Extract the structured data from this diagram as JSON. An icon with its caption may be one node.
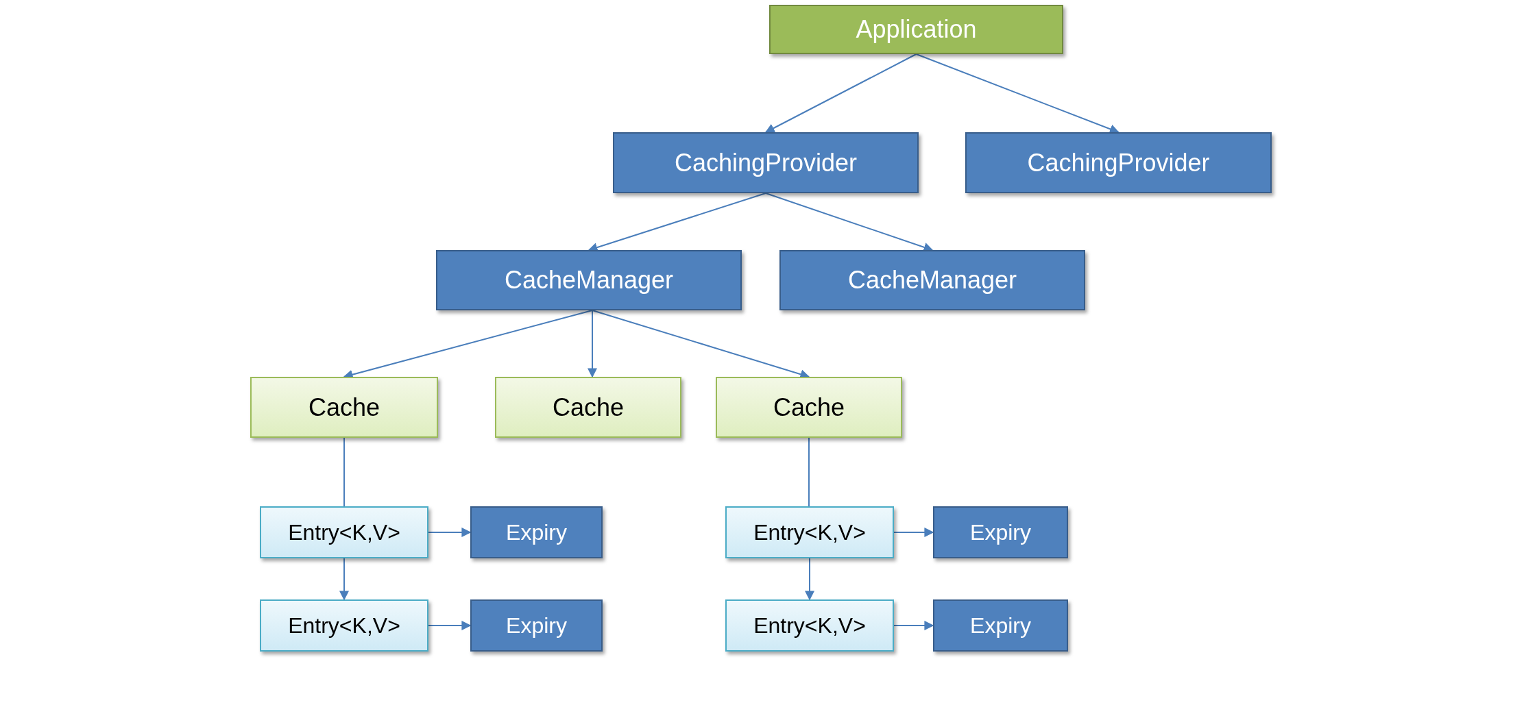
{
  "diagram": {
    "nodes": [
      {
        "text": [
          "Application"
        ]
      },
      {
        "text": [
          "CachingProvider"
        ]
      },
      {
        "text": [
          "CachingProvider"
        ]
      },
      {
        "text": [
          "CacheManager"
        ]
      },
      {
        "text": [
          "CacheManager"
        ]
      },
      {
        "text": [
          "Cache"
        ]
      },
      {
        "text": [
          "Cache"
        ]
      },
      {
        "text": [
          "Cache"
        ]
      },
      {
        "text": [
          "Entry<K,V>"
        ]
      },
      {
        "text": [
          "Expiry"
        ]
      },
      {
        "text": [
          "Entry<K,V>"
        ]
      },
      {
        "text": [
          "Expiry"
        ]
      },
      {
        "text": [
          "Entry<K,V>"
        ]
      },
      {
        "text": [
          "Expiry"
        ]
      },
      {
        "text": [
          "Entry<K,V>"
        ]
      },
      {
        "text": [
          "Expiry"
        ]
      }
    ],
    "edges": [
      {
        "from": 0,
        "to": 1,
        "arrow": "to"
      },
      {
        "from": 0,
        "to": 2,
        "arrow": "to"
      },
      {
        "from": 1,
        "to": 3,
        "arrow": "to"
      },
      {
        "from": 1,
        "to": 4,
        "arrow": "to"
      },
      {
        "from": 3,
        "to": 5,
        "arrow": "to"
      },
      {
        "from": 3,
        "to": 6,
        "arrow": "to"
      },
      {
        "from": 3,
        "to": 7,
        "arrow": "to"
      },
      {
        "from": 5,
        "to": 8,
        "arrow": "none"
      },
      {
        "from": 8,
        "to": 9,
        "arrow": "to"
      },
      {
        "from": 8,
        "to": 10,
        "arrow": "to"
      },
      {
        "from": 10,
        "to": 11,
        "arrow": "to"
      },
      {
        "from": 7,
        "to": 12,
        "arrow": "none"
      },
      {
        "from": 12,
        "to": 13,
        "arrow": "to"
      },
      {
        "from": 12,
        "to": 14,
        "arrow": "to"
      },
      {
        "from": 14,
        "to": 15,
        "arrow": "to"
      }
    ]
  }
}
